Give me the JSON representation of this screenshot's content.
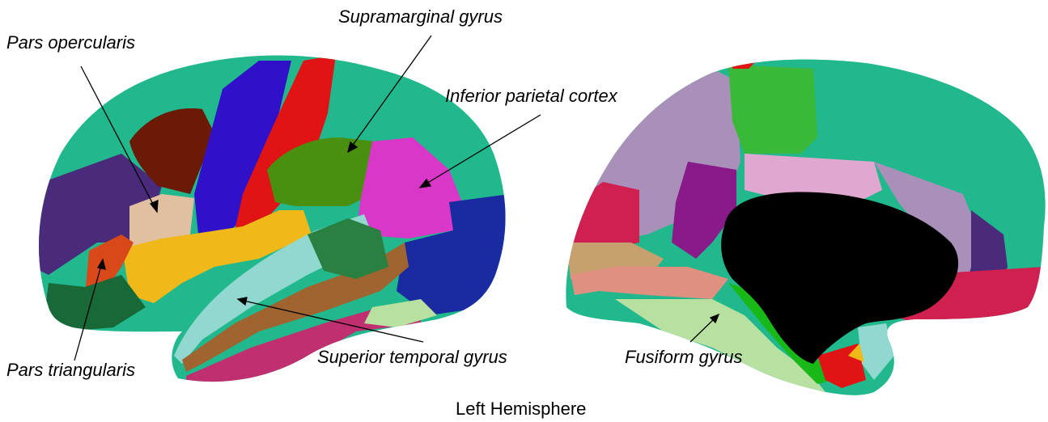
{
  "labels": {
    "pars_opercularis": "Pars opercularis",
    "supramarginal_gyrus": "Supramarginal gyrus",
    "inferior_parietal_cortex": "Inferior parietal cortex",
    "pars_triangularis": "Pars triangularis",
    "superior_temporal_gyrus": "Superior temporal gyrus",
    "fusiform_gyrus": "Fusiform gyrus"
  },
  "caption": "Left Hemisphere",
  "colors": {
    "superior_frontal": "#20b88c",
    "caudal_middle_frontal": "#6b1a06",
    "rostral_middle_frontal": "#4a2a7a",
    "precentral": "#3010c8",
    "postcentral": "#e01414",
    "supramarginal": "#4a9010",
    "inferior_parietal": "#d837c8",
    "lateral_occipital": "#1a2aa0",
    "superior_temporal": "#90d8d0",
    "middle_temporal": "#a06430",
    "inferior_temporal": "#c03070",
    "insula": "#f0b818",
    "pars_opercularis": "#e0c0a0",
    "pars_triangularis": "#d84818",
    "pars_orbitalis": "#186838",
    "lateral_orbitofrontal": "#2a6a40",
    "medial_wall": "#000000",
    "paracentral": "#3ab83a",
    "posterior_cingulate": "#e0a8d0",
    "precuneus": "#a890b8",
    "isthmus_cingulate": "#8a1a8a",
    "cuneus": "#d02050",
    "lingual": "#d02050",
    "fusiform": "#b8e0a0",
    "parahippocampal": "#18b818",
    "entorhinal": "#e01414",
    "medial_orbitofrontal": "#c8a070",
    "rostral_anterior_cingulate": "#e09080",
    "temporal_pole": "#90d8d0"
  }
}
